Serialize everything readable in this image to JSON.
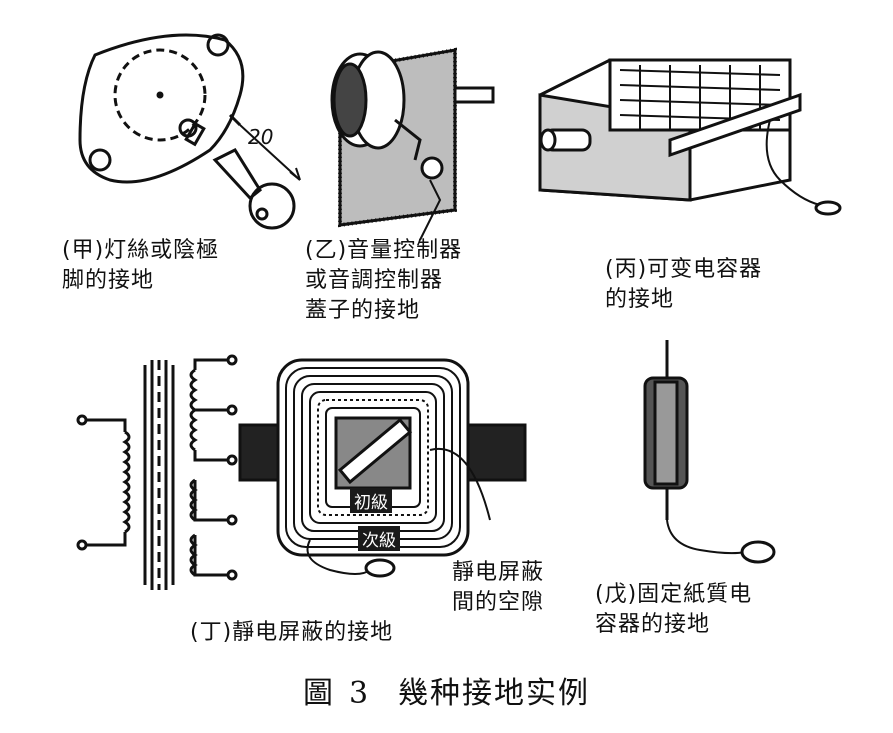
{
  "panels": {
    "a": {
      "caption": [
        "(甲)灯絲或陰極",
        "脚的接地"
      ],
      "dimension": "20"
    },
    "b": {
      "caption": [
        "(乙)音量控制器",
        "或音調控制器",
        "蓋子的接地"
      ]
    },
    "c": {
      "caption": [
        "(丙)可变电容器",
        "的接地"
      ]
    },
    "d": {
      "caption": [
        "(丁)靜电屏蔽的接地"
      ],
      "primary_label": "初級",
      "secondary_label": "次級",
      "gap_label": [
        "靜电屏蔽",
        "間的空隙"
      ]
    },
    "e": {
      "caption": [
        "(戊)固定紙質电",
        "容器的接地"
      ]
    }
  },
  "figure_title": {
    "label": "圖",
    "number": "3",
    "text": "幾种接地实例"
  }
}
